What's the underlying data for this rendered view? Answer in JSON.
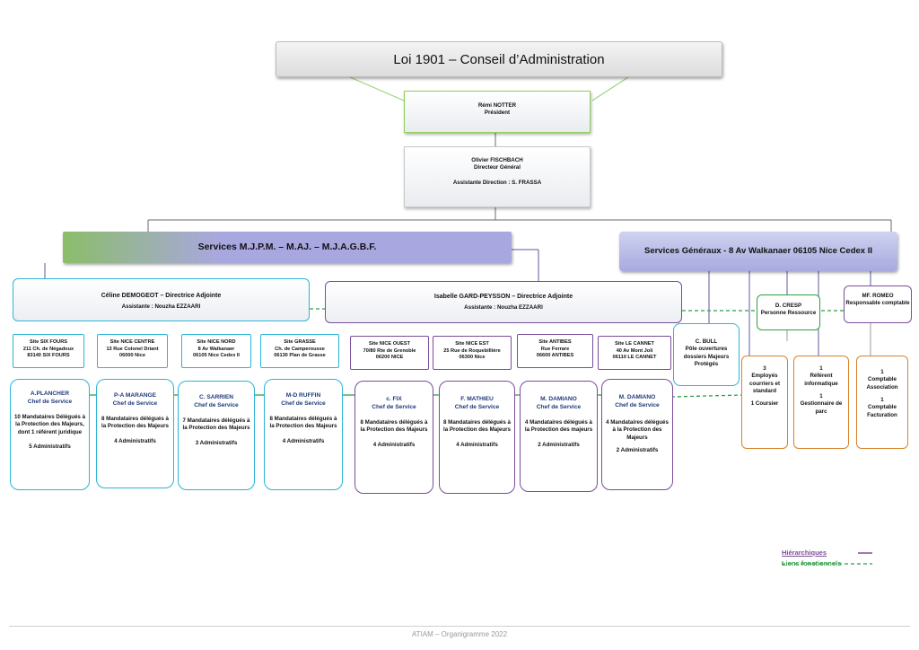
{
  "top": {
    "title": "Loi 1901 – Conseil d’Administration"
  },
  "president": {
    "name": "Rémi NOTTER",
    "role": "Président"
  },
  "dg": {
    "name": "Olivier FISCHBACH",
    "role": "Directeur Général",
    "assistant": "Assistante Direction : S. FRASSA"
  },
  "services_mjpm": {
    "title": "Services M.J.P.M. – M.AJ. – M.J.A.G.B.F."
  },
  "services_generaux": {
    "title": "Services Généraux - 8 Av Walkanaer 06105 Nice Cedex II"
  },
  "deputy_left": {
    "name": "Céline DEMOGEOT – Directrice Adjointe",
    "assistant": "Assistante : Nouzha EZZAARI"
  },
  "deputy_right": {
    "name": "Isabelle  GARD-PEYSSON – Directrice Adjointe",
    "assistant": "Assistante : Nouzha EZZAARI"
  },
  "sites": [
    {
      "l1": "Site SIX FOURS",
      "l2": "211 Ch. de Négadoux",
      "l3": "83140 SIX FOURS"
    },
    {
      "l1": "Site NICE CENTRE",
      "l2": "13 Rue Colonel Driant",
      "l3": "06000 Nice"
    },
    {
      "l1": "Site NICE NORD",
      "l2": "8 Av Walkanaer",
      "l3": "06105 Nice Cedex II"
    },
    {
      "l1": "Site GRASSE",
      "l2": "Ch. de Camperousse",
      "l3": "06130 Plan de Grasse"
    },
    {
      "l1": "Site NICE OUEST",
      "l2": "70/80 Rte de Grenoble",
      "l3": "06200 NICE"
    },
    {
      "l1": "Site NICE EST",
      "l2": "25 Rue de Roquebillière",
      "l3": "06300 Nice"
    },
    {
      "l1": "Site ANTIBES",
      "l2": "Rue Ferrare",
      "l3": "06600 ANTIBES"
    },
    {
      "l1": "Site LE CANNET",
      "l2": "40 Av Mont Joli",
      "l3": "06110 LE CANNET"
    }
  ],
  "services": [
    {
      "name": "A.PLANCHER",
      "role": "Chef de Service",
      "desc": "10 Mandataires Délégués à la Protection des Majeurs, dont 1 référent juridique",
      "admin": "5 Administratifs"
    },
    {
      "name": "P-A MARANGE",
      "role": "Chef de Service",
      "desc": "8 Mandataires délégués à la Protection des Majeurs",
      "admin": "4 Administratifs"
    },
    {
      "name": "C. SARRIEN",
      "role": "Chef de Service",
      "desc": "7 Mandataires délégués à la Protection des Majeurs",
      "admin": "3 Administratifs"
    },
    {
      "name": "M-D RUFFIN",
      "role": "Chef de Service",
      "desc": "8 Mandataires délégués à la Protection des Majeurs",
      "admin": "4 Administratifs"
    },
    {
      "name": "c. FIX",
      "role": "Chef de Service",
      "desc": "8 Mandataires délégués à la Protection des Majeurs",
      "admin": "4 Administratifs"
    },
    {
      "name": "F. MATHIEU",
      "role": "Chef de Service",
      "desc": "8 Mandataires délégués à la Protection des Majeurs",
      "admin": "4 Administratifs"
    },
    {
      "name": "M. DAMIANO",
      "role": "Chef de Service",
      "desc": "4 Mandataires délégués à la Protection des majeurs",
      "admin": "2  Administratifs"
    },
    {
      "name": "M. DAMIANO",
      "role": "Chef de Service",
      "desc": "4 Mandataires délégués à la Protection des Majeurs",
      "admin": "2  Administratifs"
    }
  ],
  "bull": {
    "name": "C. BULL",
    "desc": "Pôle ouvertures dossiers Majeurs Protégés"
  },
  "cresp": {
    "name": "D. CRESP",
    "role": "Personne Ressource"
  },
  "romeo": {
    "name": "MF. ROMEO",
    "role": "Responsable comptable"
  },
  "general_staff": [
    {
      "l1": "3",
      "l2": "Employés courriers et standard",
      "l3": "1 Coursier",
      "l4": ""
    },
    {
      "l1": "1",
      "l2": "Référent informatique",
      "l3": "1",
      "l4": "Gestionnaire de parc"
    },
    {
      "l1": "1",
      "l2": "Comptable Association",
      "l3": "1",
      "l4": "Comptable Facturation"
    }
  ],
  "legend": {
    "hier": "Hiérarchiques",
    "func": "Liens fonctionnels"
  },
  "colors": {
    "hier": "#7a4d9a",
    "func": "#2f9e45"
  },
  "footer": "ATIAM – Organigramme 2022"
}
